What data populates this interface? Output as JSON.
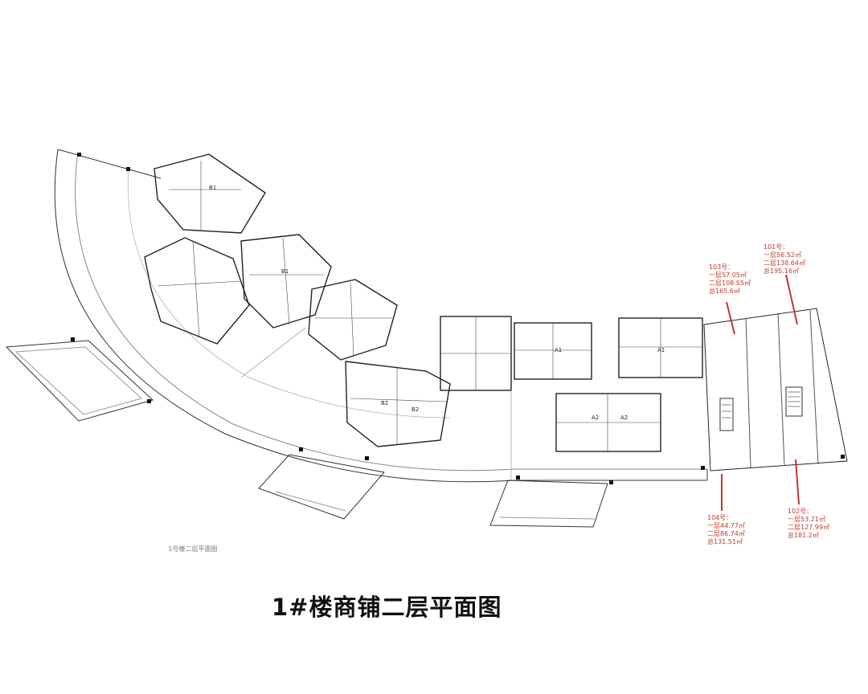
{
  "title": "1#楼商铺二层平面图",
  "drawing_caption": "1号楼二层平面图",
  "shops": [
    {
      "id": "101",
      "name": "101号：",
      "floor1": "一层56.52㎡",
      "floor2": "二层138.64㎡",
      "total": "总195.16㎡"
    },
    {
      "id": "103",
      "name": "103号：",
      "floor1": "一层57.05㎡",
      "floor2": "二层108.55㎡",
      "total": "总165.6㎡"
    },
    {
      "id": "104",
      "name": "104号：",
      "floor1": "一层44.77㎡",
      "floor2": "二层86.74㎡",
      "total": "总131.51㎡"
    },
    {
      "id": "102",
      "name": "102号：",
      "floor1": "一层53.21㎡",
      "floor2": "二层127.99㎡",
      "total": "总181.2㎡"
    }
  ],
  "unit_labels": [
    "A1",
    "A1",
    "A2",
    "A2",
    "B2",
    "B2",
    "B1",
    "B1"
  ],
  "colors": {
    "annotation": "#c0392b",
    "line": "#222222",
    "light_line": "#9a9a9a"
  }
}
